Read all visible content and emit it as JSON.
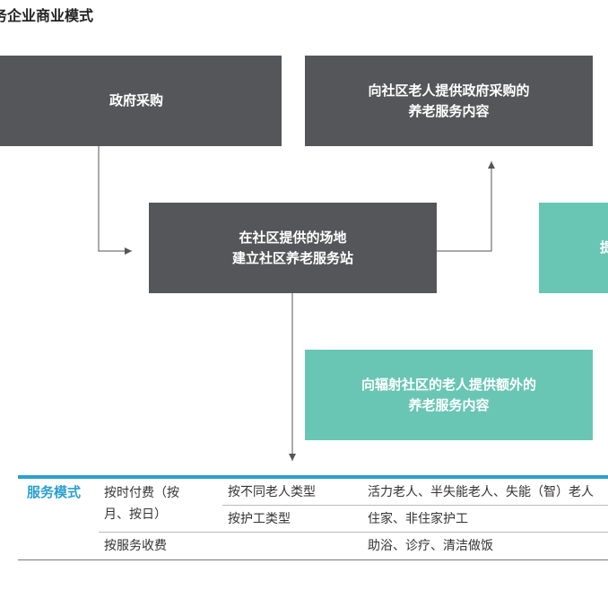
{
  "title": "务企业商业模式",
  "boxes": {
    "gov_purchase": "政府采购",
    "provide_gov_content": "向社区老人提供政府采购的\n养老服务内容",
    "build_station": "在社区提供的场地\n建立社区养老服务站",
    "edge_teal": "提",
    "provide_extra_content": "向辐射社区的老人提供额外的\n养老服务内容"
  },
  "table": {
    "header": "服务模式",
    "row1_col1": "按时付费（按\n月、按日）",
    "row1a_col2": "按不同老人类型",
    "row1a_col3": "活力老人、半失能老人、失能（智）老人",
    "row1b_col2": "按护工类型",
    "row1b_col3": "住家、非住家护工",
    "row2_col1": "按服务收费",
    "row2_col3": "助浴、诊疗、清洁做饭"
  },
  "colors": {
    "dark_box": "#555659",
    "teal_box": "#69c6b4",
    "table_accent": "#2aa0cf",
    "connector": "#555555"
  }
}
